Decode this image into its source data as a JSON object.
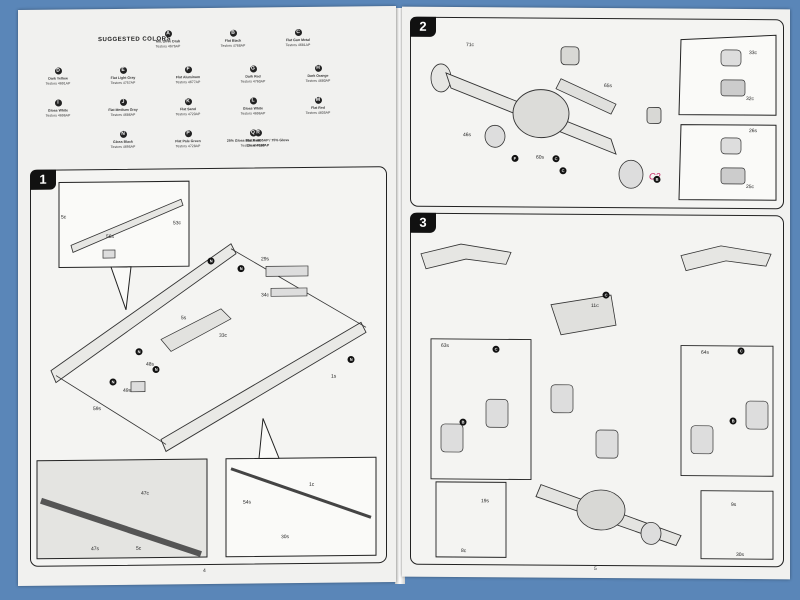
{
  "colors": {
    "title": "Suggested Colors",
    "swatches": [
      {
        "letter": "A",
        "name": "Mil. Olive Drab",
        "code": "Testors 4676AP"
      },
      {
        "letter": "B",
        "name": "Flat Black",
        "code": "Testors 4768AP"
      },
      {
        "letter": "C",
        "name": "Flat Gun Metal",
        "code": "Testors 4681AP"
      },
      {
        "letter": "D",
        "name": "Dark Yellow",
        "code": "Testors 4691AP"
      },
      {
        "letter": "E",
        "name": "Flat Light Gray",
        "code": "Testors 4757AP"
      },
      {
        "letter": "F",
        "name": "Flat Aluminum",
        "code": "Testors 4677AP"
      },
      {
        "letter": "G",
        "name": "Dark Red",
        "code": "Testors 4760AP"
      },
      {
        "letter": "H",
        "name": "Dark Orange",
        "code": "Testors 4680AP"
      },
      {
        "letter": "I",
        "name": "Gloss White",
        "code": "Testors 4696AP"
      },
      {
        "letter": "J",
        "name": "Flat Medium Gray",
        "code": "Testors 4686AP"
      },
      {
        "letter": "K",
        "name": "Flat Sand",
        "code": "Testors 4720AP"
      },
      {
        "letter": "L",
        "name": "Gloss White",
        "code": "Testors 4696AP"
      },
      {
        "letter": "M",
        "name": "Flat Red",
        "code": "Testors 4605AP"
      },
      {
        "letter": "N",
        "name": "Gloss Black",
        "code": "Testors 4695AP"
      },
      {
        "letter": "P",
        "name": "Flat Pale Green",
        "code": "Testors 4728AP"
      },
      {
        "letter": "Q",
        "name": "Flat Rust",
        "code": "Testors 4675AP"
      },
      {
        "letter": "R",
        "name": "25% Gloss Black 4695AP / 75% Gloss Clear 4638AP",
        "code": ""
      }
    ]
  },
  "steps": {
    "step1": {
      "number": "1",
      "parts": [
        "5c",
        "53c",
        "56s",
        "29s",
        "34c",
        "5s",
        "33c",
        "48s",
        "49s",
        "59s",
        "47c",
        "1s",
        "47s",
        "5c",
        "1c",
        "54s",
        "30s"
      ],
      "color_codes": [
        "N",
        "N",
        "N",
        "N",
        "N",
        "N"
      ]
    },
    "step2": {
      "number": "2",
      "parts": [
        "71c",
        "65s",
        "46s",
        "60s",
        "33c",
        "32c",
        "26s",
        "25c"
      ],
      "color_codes": [
        "F",
        "C",
        "C",
        "B"
      ]
    },
    "step3": {
      "number": "3",
      "parts": [
        "11c",
        "63s",
        "64s",
        "19s",
        "8c",
        "9s",
        "30s"
      ],
      "color_codes": [
        "C",
        "C",
        "C",
        "B",
        "B"
      ]
    }
  },
  "page_numbers": {
    "left": "4",
    "right": "5"
  },
  "annotation": "C2"
}
